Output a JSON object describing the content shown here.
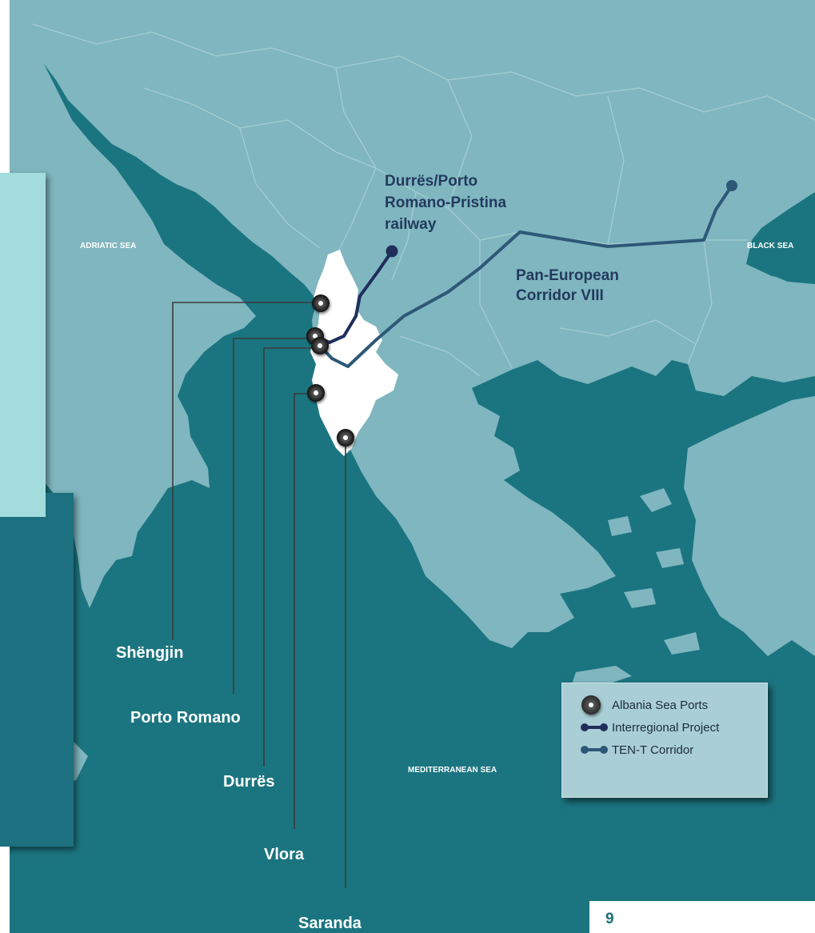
{
  "map": {
    "seas": {
      "adriatic": "ADRIATIC SEA",
      "black": "BLACK SEA",
      "mediterranean": "MEDITERRANEAN SEA"
    },
    "routes": {
      "railway": [
        "Durrës/Porto",
        "Romano-Pristina",
        "railway"
      ],
      "corridor": [
        "Pan-European",
        "Corridor VIII"
      ]
    },
    "ports": [
      "Shëngjin",
      "Porto Romano",
      "Durrës",
      "Vlora",
      "Saranda"
    ]
  },
  "legend": {
    "items": [
      {
        "label": "Albania Sea Ports",
        "symbol": "port-marker"
      },
      {
        "label": "Interregional Project",
        "symbol": "route-line",
        "color": "#1f2e5a"
      },
      {
        "label": "TEN-T Corridor",
        "symbol": "route-line",
        "color": "#2d5877"
      }
    ]
  },
  "page": {
    "number": "9"
  },
  "colors": {
    "sea": "#1b7580",
    "land": "#7fb6bf",
    "albania": "#ffffff",
    "panel_light": "#a3dcdc",
    "panel_dark": "#1a7080",
    "interregional": "#1f2e5a",
    "ten_t": "#2d5877"
  }
}
